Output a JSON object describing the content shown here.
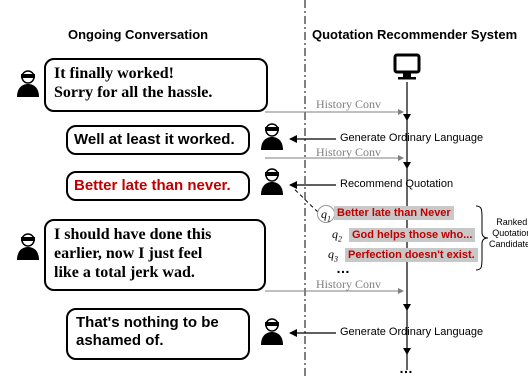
{
  "headers": {
    "left": "Ongoing Conversation",
    "right": "Quotation Recommender  System"
  },
  "conversation": [
    {
      "text_line1": "It finally worked!",
      "text_line2": "Sorry for all the hassle."
    },
    {
      "text": "Well at least it worked."
    },
    {
      "text": "Better late than never."
    },
    {
      "text_line1": "I should have done this",
      "text_line2": "earlier, now I just feel",
      "text_line3": "like a total jerk wad."
    },
    {
      "text_line1": "That's nothing to be",
      "text_line2": "ashamed of."
    }
  ],
  "system": {
    "history_label": "History Conv",
    "generate_label": "Generate Ordinary Language",
    "recommend_label": "Recommend Quotation",
    "ranked_label_line1": "Ranked",
    "ranked_label_line2": "Quotation",
    "ranked_label_line3": "Candidates",
    "ellipsis": "…",
    "bottom_ellipsis": "…"
  },
  "candidates": [
    {
      "tag_letter": "q",
      "tag_index": "1",
      "text": "Better late than Never"
    },
    {
      "tag_letter": "q",
      "tag_index": "2",
      "text": "God helps those who..."
    },
    {
      "tag_letter": "q",
      "tag_index": "3",
      "text": "Perfection doesn't exist."
    }
  ],
  "colors": {
    "quote_red": "#c00000",
    "history_gray": "#7f7f7f",
    "candidate_bg": "#c8c8c8",
    "line": "#000000"
  },
  "icons": [
    "user-icon",
    "bot-icon",
    "monitor-icon"
  ]
}
